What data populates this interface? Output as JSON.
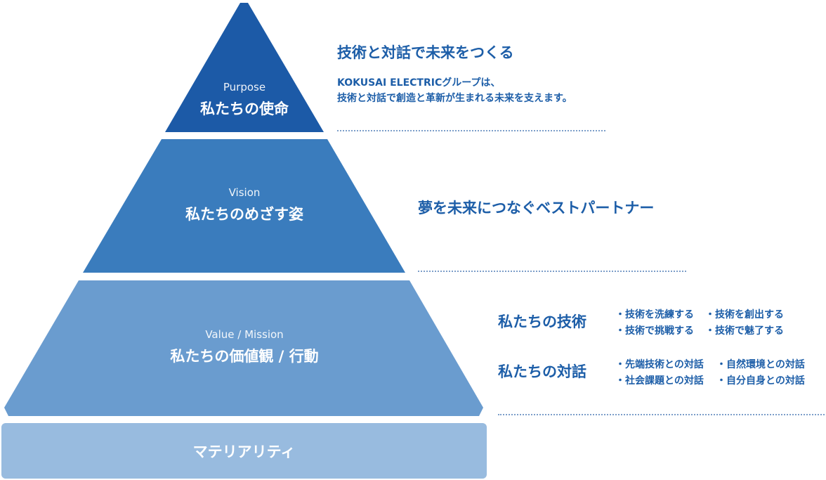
{
  "colors": {
    "purpose": "#1c5aa7",
    "vision": "#3a7cbd",
    "value": "#6a9ccf",
    "materiality": "#98bbdf",
    "text_accent": "#1d5ea8"
  },
  "pyramid": {
    "purpose": {
      "sub": "Purpose",
      "title": "私たちの使命"
    },
    "vision": {
      "sub": "Vision",
      "title": "私たちのめざす姿"
    },
    "value": {
      "sub": "Value / Mission",
      "title": "私たちの価値観 / 行動"
    },
    "materiality": {
      "title": "マテリアリティ"
    }
  },
  "right": {
    "purpose": {
      "heading": "技術と対話で未来をつくる",
      "line1": "KOKUSAI ELECTRICグループは、",
      "line2": "技術と対話で創造と革新が生まれる未来を支えます。"
    },
    "vision": {
      "heading": "夢を未来につなぐベストパートナー"
    },
    "value": {
      "tech": {
        "heading": "私たちの技術",
        "b1": "・技術を洗練する",
        "b2": "・技術を創出する",
        "b3": "・技術で挑戦する",
        "b4": "・技術で魅了する"
      },
      "dialogue": {
        "heading": "私たちの対話",
        "b1": "・先端技術との対話",
        "b2": "・自然環境との対話",
        "b3": "・社会課題との対話",
        "b4": "・自分自身との対話"
      }
    }
  }
}
